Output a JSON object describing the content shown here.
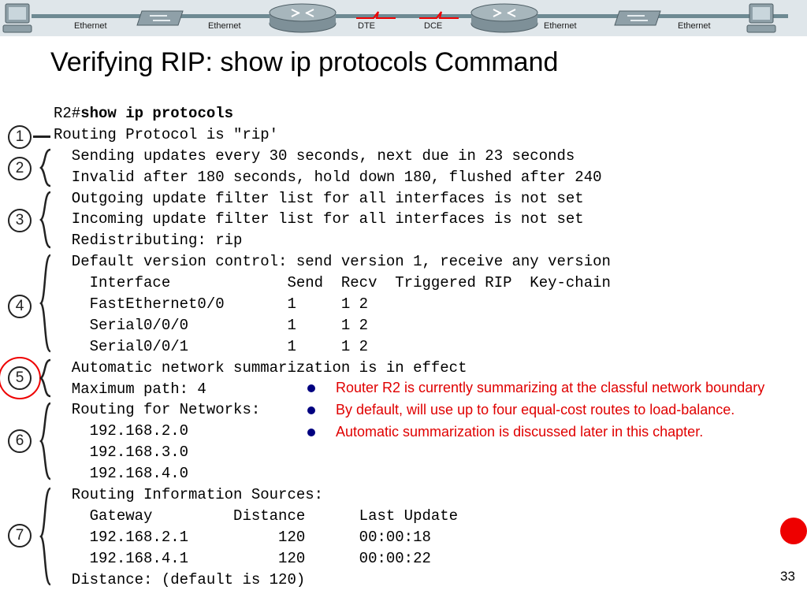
{
  "slide": {
    "title": "Verifying RIP: show ip protocols Command",
    "page_number": "33",
    "banner": {
      "labels": [
        "Ethernet",
        "Ethernet",
        "DTE",
        "DCE",
        "Ethernet",
        "Ethernet"
      ]
    }
  },
  "terminal": {
    "prompt": "R2#",
    "command": "show ip protocols",
    "lines": [
      "Routing Protocol is \"rip'",
      "  Sending updates every 30 seconds, next due in 23 seconds",
      "  Invalid after 180 seconds, hold down 180, flushed after 240",
      "  Outgoing update filter list for all interfaces is not set",
      "  Incoming update filter list for all interfaces is not set",
      "  Redistributing: rip",
      "  Default version control: send version 1, receive any version",
      "    Interface             Send  Recv  Triggered RIP  Key-chain",
      "    FastEthernet0/0       1     1 2",
      "    Serial0/0/0           1     1 2",
      "    Serial0/0/1           1     1 2",
      "  Automatic network summarization is in effect",
      "  Maximum path: 4",
      "  Routing for Networks:",
      "    192.168.2.0",
      "    192.168.3.0",
      "    192.168.4.0",
      "  Routing Information Sources:",
      "    Gateway         Distance      Last Update",
      "    192.168.2.1          120      00:00:18",
      "    192.168.4.1          120      00:00:22",
      "  Distance: (default is 120)"
    ]
  },
  "markers": [
    "1",
    "2",
    "3",
    "4",
    "5",
    "6",
    "7"
  ],
  "notes": [
    "Router R2 is currently summarizing at the classful network boundary",
    "By default, will use up to four equal-cost routes to load-balance.",
    "Automatic summarization is discussed later in this chapter."
  ],
  "colors": {
    "note_text": "#e00000",
    "bullet": "#000080",
    "highlight": "#ee0000"
  }
}
